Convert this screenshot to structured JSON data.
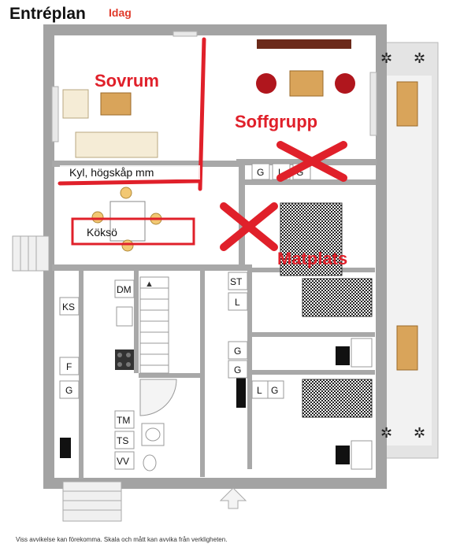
{
  "header": {
    "title": "Entréplan",
    "subtitle": "Idag"
  },
  "rooms": {
    "sovrum": "Sovrum",
    "soffgrupp": "Soffgrupp",
    "matplats": "Matplats"
  },
  "annotations": {
    "kyl": "Kyl, högskåp mm",
    "koksö": "Köksö"
  },
  "labels": {
    "ks": "KS",
    "f": "F",
    "g_left": "G",
    "dm": "DM",
    "tm": "TM",
    "ts": "TS",
    "vv": "VV",
    "st": "ST",
    "l_mid": "L",
    "g_mid1": "G",
    "g_mid2": "G",
    "g_top1": "G",
    "l_top": "L",
    "g_top2": "G",
    "l_bot": "L",
    "g_bot": "G"
  },
  "colors": {
    "wall": "#a3a3a3",
    "accent": "#e0202a",
    "floor": "#ffffff",
    "terrace": "#dcdcdc"
  },
  "footer": {
    "note": "Viss avvikelse kan förekomma. Skala och mått kan avvika från verkligheten."
  }
}
